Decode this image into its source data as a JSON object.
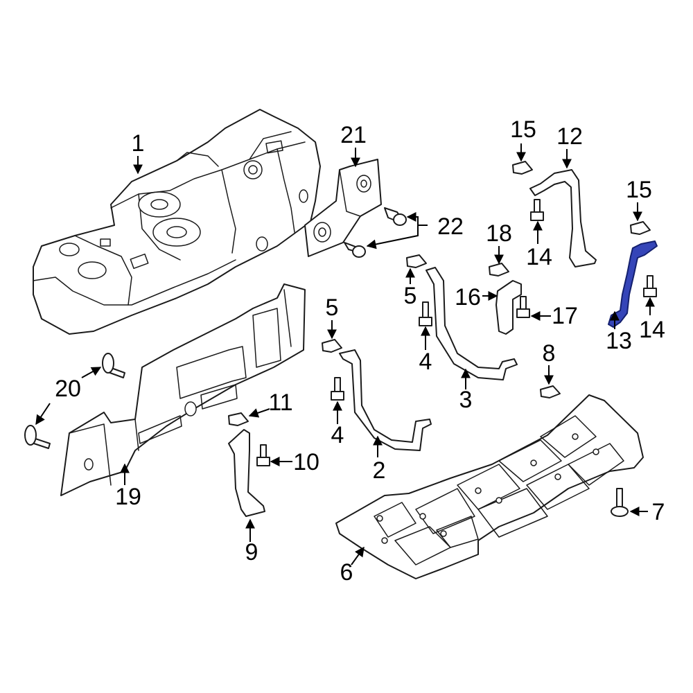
{
  "diagram": {
    "callouts": {
      "c1": "1",
      "c2": "2",
      "c3": "3",
      "c4a": "4",
      "c4b": "4",
      "c5a": "5",
      "c5b": "5",
      "c6": "6",
      "c7": "7",
      "c8": "8",
      "c9": "9",
      "c10": "10",
      "c11": "11",
      "c12": "12",
      "c13": "13",
      "c14a": "14",
      "c14b": "14",
      "c15a": "15",
      "c15b": "15",
      "c16": "16",
      "c17": "17",
      "c18": "18",
      "c19": "19",
      "c20": "20",
      "c21": "21",
      "c22": "22"
    },
    "highlighted_part": "13",
    "colors": {
      "line": "#1a1a1a",
      "highlight": "#3545b8",
      "background": "#ffffff"
    }
  }
}
